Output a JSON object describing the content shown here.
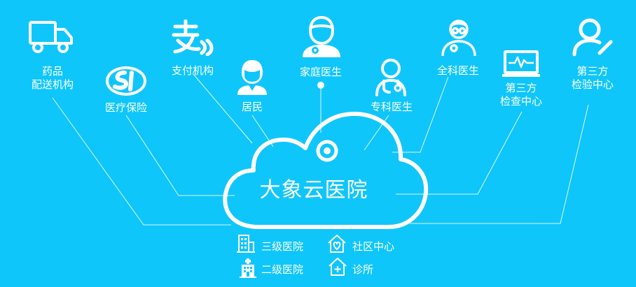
{
  "center": {
    "title": "大象云医院"
  },
  "nodes": {
    "drug_delivery": {
      "line1": "药品",
      "line2": "配送机构"
    },
    "medical_insurance": {
      "label": "医疗保险"
    },
    "payment": {
      "label": "支付机构"
    },
    "resident": {
      "label": "居民"
    },
    "family_doctor": {
      "label": "家庭医生"
    },
    "specialist": {
      "label": "专科医生"
    },
    "general_practitioner": {
      "label": "全科医生"
    },
    "third_party_exam": {
      "line1": "第三方",
      "line2": "检查中心"
    },
    "third_party_lab": {
      "line1": "第三方",
      "line2": "检验中心"
    }
  },
  "legend": {
    "tertiary_hospital": "三级医院",
    "community_center": "社区中心",
    "secondary_hospital": "二级医院",
    "clinic": "诊所"
  },
  "colors": {
    "background": "#0fc6fb",
    "foreground": "#ffffff"
  }
}
